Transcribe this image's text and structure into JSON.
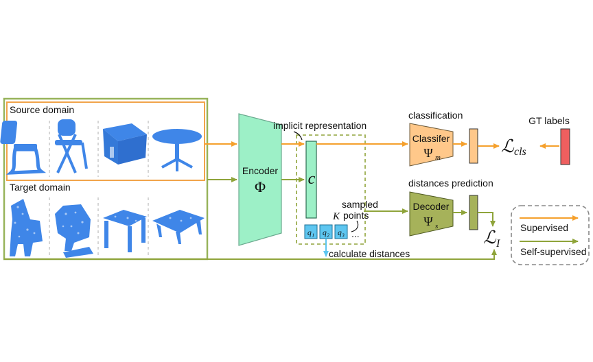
{
  "source_panel": {
    "title": "Source domain"
  },
  "target_panel": {
    "title": "Target domain"
  },
  "encoder": {
    "title": "Encoder",
    "symbol": "Φ"
  },
  "implicit": {
    "title": "implicit representation",
    "symbol": "c"
  },
  "sampled": {
    "line1": "sampled",
    "k": "K",
    "line2": "points",
    "queries": [
      "q₁",
      "q₂",
      "q₃"
    ],
    "ellipsis": "..."
  },
  "calculate": {
    "label": "calculate distances"
  },
  "classification": {
    "title": "classification",
    "name": "Classifer",
    "symbol": "Ψ",
    "sub": "m"
  },
  "distances": {
    "title": "distances prediction",
    "name": "Decoder",
    "symbol": "Ψ",
    "sub": "s"
  },
  "loss_cls": {
    "script": "ℒ",
    "sub": "cls"
  },
  "loss_i": {
    "script": "ℒ",
    "sub": "I"
  },
  "gt": {
    "label": "GT labels"
  },
  "legend": {
    "supervised": "Supervised",
    "self_supervised": "Self-supervised"
  },
  "colors": {
    "supervised": "#f5a02c",
    "self_supervised": "#8fa43a",
    "panel_border": "#97b35a",
    "source_border": "#f1a44a",
    "encoder": "#9df0c7",
    "classifier": "#ffc88a",
    "decoder": "#a6b25a",
    "gt": "#ef5f5f",
    "query": "#5ec6f0",
    "points": "#3f86e8"
  }
}
